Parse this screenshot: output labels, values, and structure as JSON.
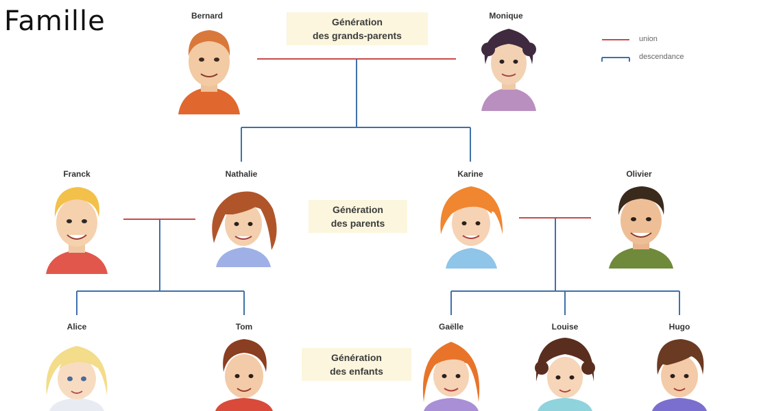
{
  "title": "Famille",
  "legend": {
    "union": "union",
    "descendance": "descendance",
    "union_color": "#c94a4a",
    "descendance_color": "#3f6fa8"
  },
  "generations": {
    "grandparents": [
      "Génération",
      "des grands-parents"
    ],
    "parents": [
      "Génération",
      "des parents"
    ],
    "children": [
      "Génération",
      "des enfants"
    ]
  },
  "people": {
    "bernard": "Bernard",
    "monique": "Monique",
    "franck": "Franck",
    "nathalie": "Nathalie",
    "karine": "Karine",
    "olivier": "Olivier",
    "alice": "Alice",
    "tom": "Tom",
    "gaelle": "Gaëlle",
    "louise": "Louise",
    "hugo": "Hugo"
  }
}
